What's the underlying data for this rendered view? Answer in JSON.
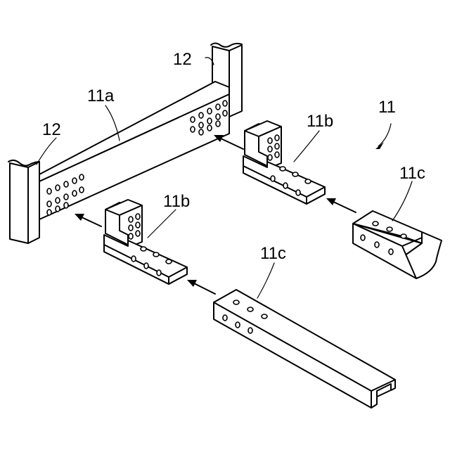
{
  "labels": {
    "assembly": "11",
    "beam": "11a",
    "bracket_upper": "11b",
    "bracket_lower": "11b",
    "rail_upper": "11c",
    "rail_lower": "11c",
    "post_left": "12",
    "post_right": "12"
  }
}
